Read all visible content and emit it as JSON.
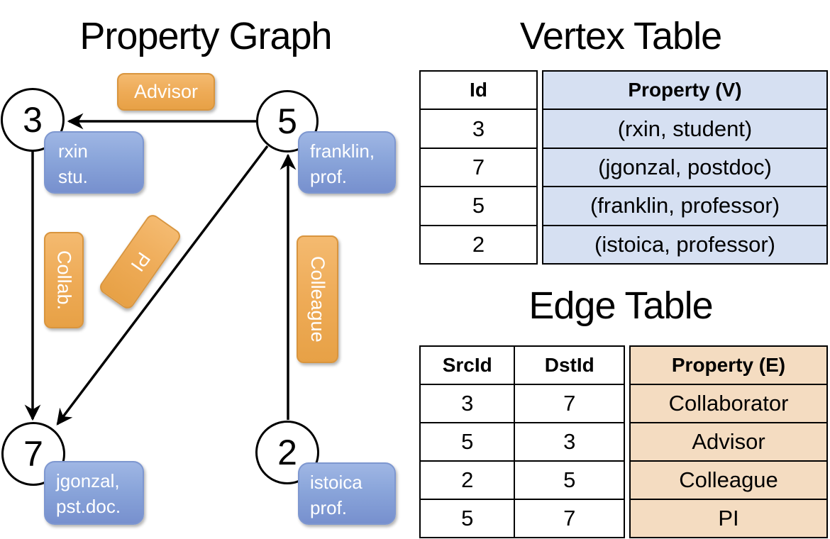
{
  "colors": {
    "node_fill": "#ffffff",
    "line_black": "#000000",
    "edge_label_orange_top": "#f4ba70",
    "edge_label_orange_bottom": "#e7a146",
    "edge_label_border": "#d9953e",
    "vertex_label_blue_top": "#9fb6e4",
    "vertex_label_blue_bottom": "#7790ce",
    "vertex_label_border": "#7e97d0",
    "vertex_property_cell_blue": "#d6e0f2",
    "edge_property_cell_tan": "#f4dcc1",
    "label_text_white": "#ffffff",
    "table_text_black": "#000000"
  },
  "graph": {
    "title": "Property Graph",
    "nodes": [
      {
        "id": "3",
        "property_line1": "rxin",
        "property_line2": "stu."
      },
      {
        "id": "5",
        "property_line1": "franklin,",
        "property_line2": "prof."
      },
      {
        "id": "7",
        "property_line1": "jgonzal,",
        "property_line2": "pst.doc."
      },
      {
        "id": "2",
        "property_line1": "istoica",
        "property_line2": "prof."
      }
    ],
    "edge_labels": {
      "advisor": "Advisor",
      "collab": "Collab.",
      "pi": "PI",
      "colleague": "Colleague"
    }
  },
  "vertex_table": {
    "title": "Vertex Table",
    "headers": {
      "id": "Id",
      "property": "Property (V)"
    },
    "rows": [
      {
        "id": "3",
        "property": "(rxin, student)"
      },
      {
        "id": "7",
        "property": "(jgonzal, postdoc)"
      },
      {
        "id": "5",
        "property": "(franklin, professor)"
      },
      {
        "id": "2",
        "property": "(istoica, professor)"
      }
    ]
  },
  "edge_table": {
    "title": "Edge Table",
    "headers": {
      "src": "SrcId",
      "dst": "DstId",
      "property": "Property (E)"
    },
    "rows": [
      {
        "src": "3",
        "dst": "7",
        "property": "Collaborator"
      },
      {
        "src": "5",
        "dst": "3",
        "property": "Advisor"
      },
      {
        "src": "2",
        "dst": "5",
        "property": "Colleague"
      },
      {
        "src": "5",
        "dst": "7",
        "property": "PI"
      }
    ]
  }
}
